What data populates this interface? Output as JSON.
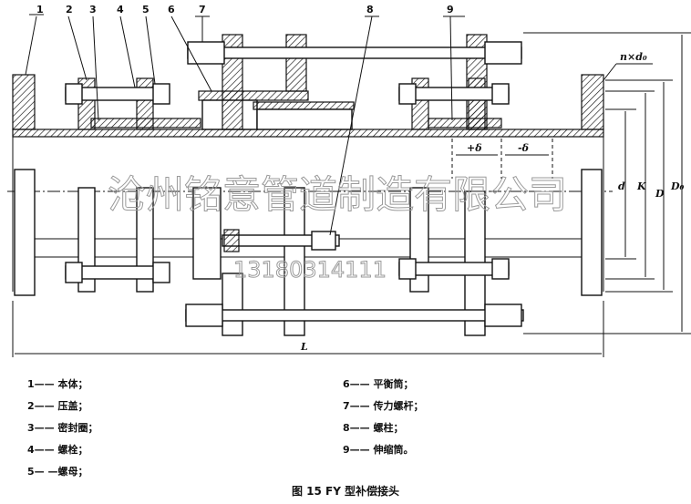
{
  "callouts": [
    "1",
    "2",
    "3",
    "4",
    "5",
    "6",
    "7",
    "8",
    "9"
  ],
  "dimensions": {
    "n_do": "n×d₀",
    "plus_delta": "+δ",
    "minus_delta": "-δ",
    "d": "d",
    "K": "K",
    "D": "D",
    "Do": "D₀",
    "L": "L"
  },
  "watermark": {
    "company": "沧州铭意管道制造有限公司",
    "phone": "13180314111"
  },
  "legend_left": [
    "1—— 本体；",
    "2—— 压盖；",
    "3—— 密封圈；",
    "4—— 螺栓；",
    "5— —螺母；"
  ],
  "legend_right": [
    "6—— 平衡筒；",
    "7—— 传力螺杆；",
    "8—— 螺柱；",
    "9—— 伸缩筒。"
  ],
  "caption": "图 15   FY 型补偿接头"
}
